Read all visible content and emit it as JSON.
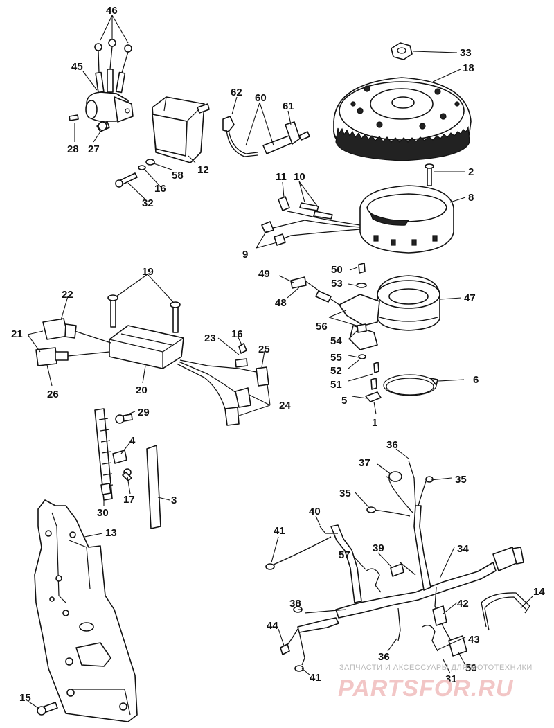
{
  "diagram": {
    "labels": [
      {
        "id": "46",
        "text": "46"
      },
      {
        "id": "45",
        "text": "45"
      },
      {
        "id": "28",
        "text": "28"
      },
      {
        "id": "27",
        "text": "27"
      },
      {
        "id": "62",
        "text": "62"
      },
      {
        "id": "60",
        "text": "60"
      },
      {
        "id": "61",
        "text": "61"
      },
      {
        "id": "12",
        "text": "12"
      },
      {
        "id": "58",
        "text": "58"
      },
      {
        "id": "16a",
        "text": "16"
      },
      {
        "id": "32",
        "text": "32"
      },
      {
        "id": "33",
        "text": "33"
      },
      {
        "id": "18",
        "text": "18"
      },
      {
        "id": "2",
        "text": "2"
      },
      {
        "id": "8",
        "text": "8"
      },
      {
        "id": "11",
        "text": "11"
      },
      {
        "id": "10",
        "text": "10"
      },
      {
        "id": "9",
        "text": "9"
      },
      {
        "id": "50",
        "text": "50"
      },
      {
        "id": "49",
        "text": "49"
      },
      {
        "id": "53",
        "text": "53"
      },
      {
        "id": "48",
        "text": "48"
      },
      {
        "id": "47",
        "text": "47"
      },
      {
        "id": "56",
        "text": "56"
      },
      {
        "id": "54",
        "text": "54"
      },
      {
        "id": "55",
        "text": "55"
      },
      {
        "id": "52",
        "text": "52"
      },
      {
        "id": "51",
        "text": "51"
      },
      {
        "id": "6",
        "text": "6"
      },
      {
        "id": "5",
        "text": "5"
      },
      {
        "id": "1",
        "text": "1"
      },
      {
        "id": "19",
        "text": "19"
      },
      {
        "id": "22",
        "text": "22"
      },
      {
        "id": "21",
        "text": "21"
      },
      {
        "id": "26",
        "text": "26"
      },
      {
        "id": "23",
        "text": "23"
      },
      {
        "id": "16b",
        "text": "16"
      },
      {
        "id": "25",
        "text": "25"
      },
      {
        "id": "20",
        "text": "20"
      },
      {
        "id": "24",
        "text": "24"
      },
      {
        "id": "29",
        "text": "29"
      },
      {
        "id": "4",
        "text": "4"
      },
      {
        "id": "17",
        "text": "17"
      },
      {
        "id": "3",
        "text": "3"
      },
      {
        "id": "30",
        "text": "30"
      },
      {
        "id": "13",
        "text": "13"
      },
      {
        "id": "15",
        "text": "15"
      },
      {
        "id": "36a",
        "text": "36"
      },
      {
        "id": "37",
        "text": "37"
      },
      {
        "id": "35a",
        "text": "35"
      },
      {
        "id": "35b",
        "text": "35"
      },
      {
        "id": "40",
        "text": "40"
      },
      {
        "id": "41a",
        "text": "41"
      },
      {
        "id": "39",
        "text": "39"
      },
      {
        "id": "57",
        "text": "57"
      },
      {
        "id": "34",
        "text": "34"
      },
      {
        "id": "14",
        "text": "14"
      },
      {
        "id": "38",
        "text": "38"
      },
      {
        "id": "42",
        "text": "42"
      },
      {
        "id": "44",
        "text": "44"
      },
      {
        "id": "43",
        "text": "43"
      },
      {
        "id": "36b",
        "text": "36"
      },
      {
        "id": "59",
        "text": "59"
      },
      {
        "id": "31",
        "text": "31"
      },
      {
        "id": "41b",
        "text": "41"
      }
    ]
  },
  "watermark": {
    "tagline": "ЗАПЧАСТИ И АКСЕССУАРЫ ДЛЯ МОТОТЕХНИКИ",
    "logo": "PARTSFOR.RU"
  }
}
